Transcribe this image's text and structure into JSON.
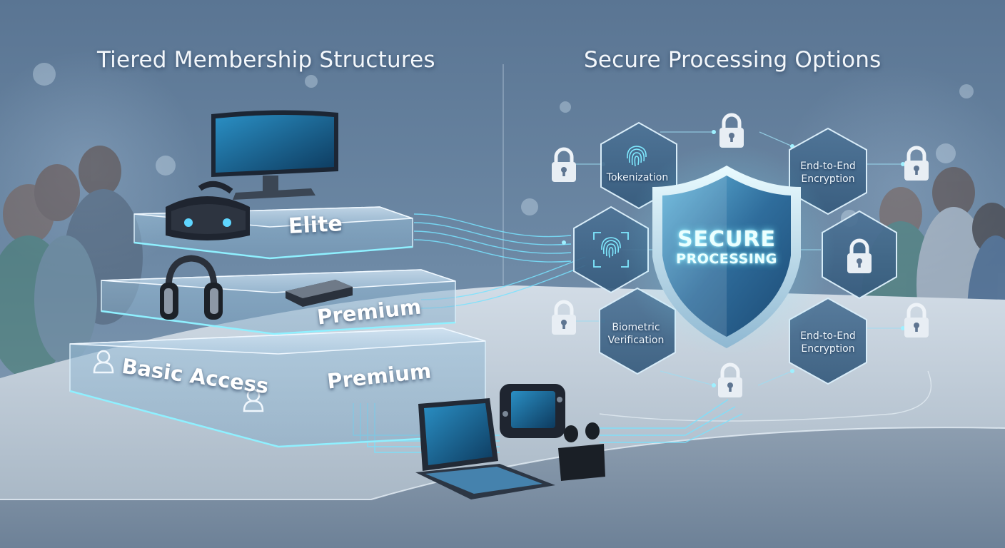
{
  "left_panel": {
    "title": "Tiered Membership Structures"
  },
  "right_panel": {
    "title": "Secure Processing Options"
  },
  "tiers": {
    "top": "Elite",
    "middle": "Premium",
    "bottom_left": "Basic Access",
    "bottom_right": "Premium"
  },
  "shield": {
    "line1": "SECURE",
    "line2": "PROCESSING"
  },
  "hexes": {
    "tokenization": "Tokenization",
    "e2e_top": "End-to-End Encryption",
    "biometric": "Biometric Verification",
    "e2e_bottom": "End-to-End Encryption"
  },
  "icons": {
    "lock": "lock-icon",
    "fingerprint": "fingerprint-icon",
    "user": "user-icon",
    "shield": "shield-icon"
  },
  "colors": {
    "accent_cyan": "#5fd6ff",
    "background": "#5d7894",
    "shield_blue": "#2f6d9c"
  }
}
